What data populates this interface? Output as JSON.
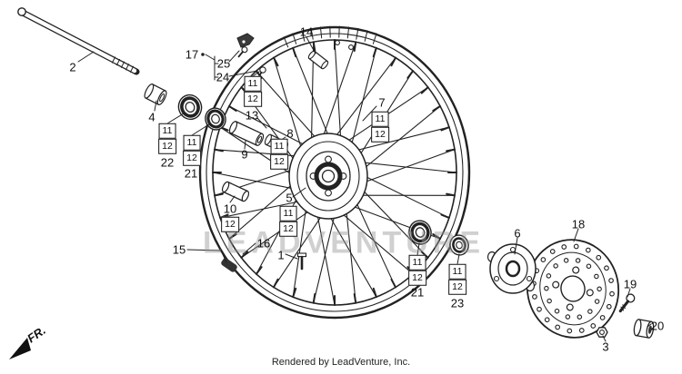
{
  "page": {
    "watermark": "LEADVENTURE",
    "footer": "Rendered by LeadVenture, Inc.",
    "fr_label": "FR."
  },
  "callouts": {
    "n1": "1",
    "n2": "2",
    "n3": "3",
    "n4": "4",
    "n5": "5",
    "n6": "6",
    "n7": "7",
    "n8": "8",
    "n9": "9",
    "n10": "10",
    "box11": "11",
    "box12": "12",
    "n13": "13",
    "n14": "14",
    "n15": "15",
    "n16": "16",
    "n17": "17",
    "n18": "18",
    "n19": "19",
    "n20": "20",
    "n21": "21",
    "n22": "22",
    "n23": "23",
    "n24": "24",
    "n25": "25"
  },
  "colors": {
    "line": "#222222",
    "label": "#111111",
    "watermark": "#969696",
    "background": "#ffffff"
  }
}
